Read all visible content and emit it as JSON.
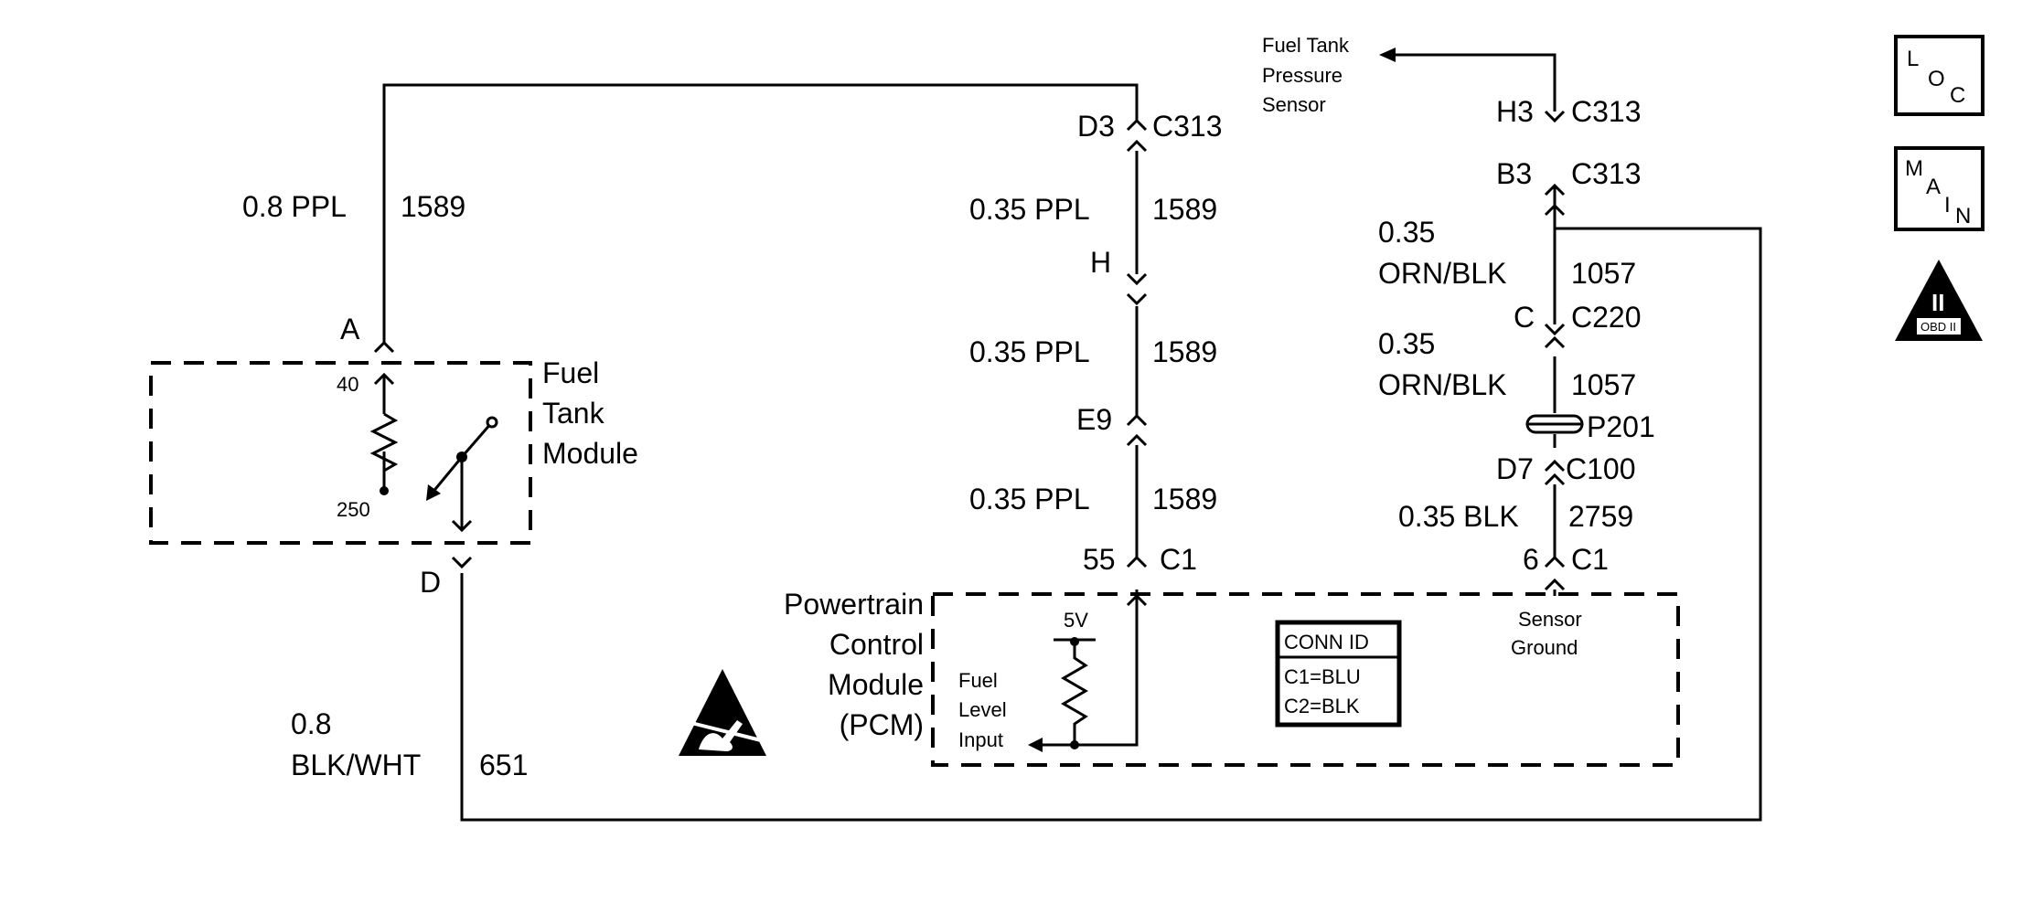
{
  "wire_labels": {
    "left_top_gauge": "0.8 PPL",
    "left_top_circuit": "1589",
    "left_bottom_gauge_1": "0.8",
    "left_bottom_gauge_2": "BLK/WHT",
    "left_bottom_circuit": "651",
    "center_1_gauge": "0.35 PPL",
    "center_1_circuit": "1589",
    "center_2_gauge": "0.35 PPL",
    "center_2_circuit": "1589",
    "center_3_gauge": "0.35 PPL",
    "center_3_circuit": "1589",
    "right_1_gauge_1": "0.35",
    "right_1_gauge_2": "ORN/BLK",
    "right_1_circuit": "1057",
    "right_2_gauge_1": "0.35",
    "right_2_gauge_2": "ORN/BLK",
    "right_2_circuit": "1057",
    "right_3_gauge": "0.35 BLK",
    "right_3_circuit": "2759"
  },
  "connectors": {
    "d3": "D3",
    "c313_a": "C313",
    "h": "H",
    "e9": "E9",
    "pin55": "55",
    "c1_a": "C1",
    "h3": "H3",
    "c313_b": "C313",
    "b3": "B3",
    "c313_c": "C313",
    "c": "C",
    "c220": "C220",
    "p201": "P201",
    "d7": "D7",
    "c100": "C100",
    "pin6": "6",
    "c1_b": "C1",
    "a": "A",
    "d": "D"
  },
  "components": {
    "fuel_tank_module": [
      "Fuel",
      "Tank",
      "Module"
    ],
    "sender_top": "40",
    "sender_bottom": "250",
    "fuel_tank_pressure_sensor": [
      "Fuel Tank",
      "Pressure",
      "Sensor"
    ],
    "pcm": [
      "Powertrain",
      "Control",
      "Module",
      "(PCM)"
    ],
    "fuel_level_input": [
      "Fuel",
      "Level",
      "Input"
    ],
    "five_volt": "5V",
    "sensor_ground": [
      "Sensor",
      "Ground"
    ],
    "conn_id_title": "CONN ID",
    "conn_id_rows": [
      "C1=BLU",
      "C2=BLK"
    ]
  },
  "nav_icons": {
    "loc": [
      "L",
      "O",
      "C"
    ],
    "main": [
      "M",
      "A",
      "I",
      "N"
    ],
    "obd": [
      "II",
      "OBD II"
    ]
  }
}
